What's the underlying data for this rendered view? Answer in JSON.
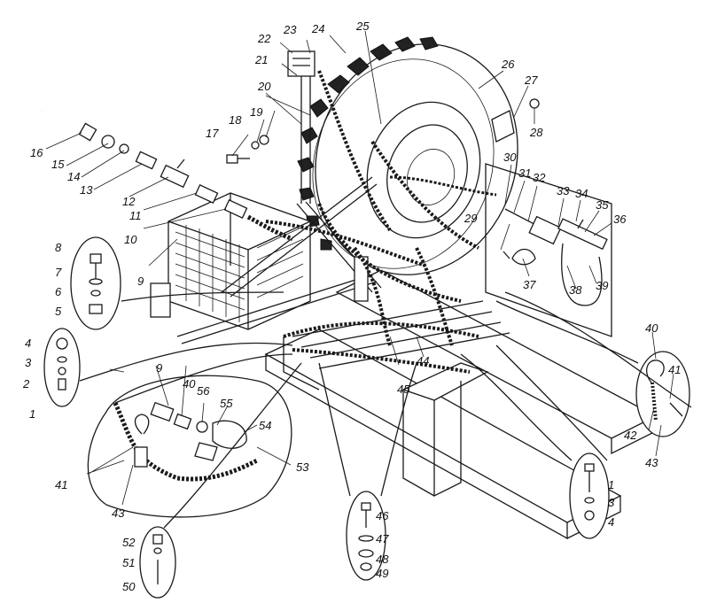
{
  "callouts": [
    {
      "id": "1",
      "text": "1"
    },
    {
      "id": "2",
      "text": "2"
    },
    {
      "id": "3",
      "text": "3"
    },
    {
      "id": "4",
      "text": "4"
    },
    {
      "id": "5",
      "text": "5"
    },
    {
      "id": "6",
      "text": "6"
    },
    {
      "id": "7",
      "text": "7"
    },
    {
      "id": "8",
      "text": "8"
    },
    {
      "id": "9",
      "text": "9"
    },
    {
      "id": "10",
      "text": "10"
    },
    {
      "id": "11",
      "text": "11"
    },
    {
      "id": "12",
      "text": "12"
    },
    {
      "id": "13",
      "text": "13"
    },
    {
      "id": "14",
      "text": "14"
    },
    {
      "id": "15",
      "text": "15"
    },
    {
      "id": "16",
      "text": "16"
    },
    {
      "id": "17",
      "text": "17"
    },
    {
      "id": "18",
      "text": "18"
    },
    {
      "id": "19",
      "text": "19"
    },
    {
      "id": "20",
      "text": "20"
    },
    {
      "id": "21",
      "text": "21"
    },
    {
      "id": "22",
      "text": "22"
    },
    {
      "id": "23",
      "text": "23"
    },
    {
      "id": "24",
      "text": "24"
    },
    {
      "id": "25",
      "text": "25"
    },
    {
      "id": "26",
      "text": "26"
    },
    {
      "id": "27",
      "text": "27"
    },
    {
      "id": "28",
      "text": "28"
    },
    {
      "id": "29",
      "text": "29"
    },
    {
      "id": "30",
      "text": "30"
    },
    {
      "id": "31",
      "text": "31"
    },
    {
      "id": "32",
      "text": "32"
    },
    {
      "id": "33",
      "text": "33"
    },
    {
      "id": "34",
      "text": "34"
    },
    {
      "id": "35",
      "text": "35"
    },
    {
      "id": "36",
      "text": "36"
    },
    {
      "id": "37",
      "text": "37"
    },
    {
      "id": "38",
      "text": "38"
    },
    {
      "id": "39",
      "text": "39"
    },
    {
      "id": "40",
      "text": "40"
    },
    {
      "id": "41",
      "text": "41"
    },
    {
      "id": "42",
      "text": "42"
    },
    {
      "id": "43",
      "text": "43"
    },
    {
      "id": "44",
      "text": "44"
    },
    {
      "id": "45",
      "text": "45"
    },
    {
      "id": "46",
      "text": "46"
    },
    {
      "id": "47",
      "text": "47"
    },
    {
      "id": "48",
      "text": "48"
    },
    {
      "id": "49",
      "text": "49"
    },
    {
      "id": "50",
      "text": "50"
    },
    {
      "id": "51",
      "text": "51"
    },
    {
      "id": "52",
      "text": "52"
    },
    {
      "id": "53",
      "text": "53"
    },
    {
      "id": "54",
      "text": "54"
    },
    {
      "id": "55",
      "text": "55"
    },
    {
      "id": "56",
      "text": "56"
    }
  ]
}
